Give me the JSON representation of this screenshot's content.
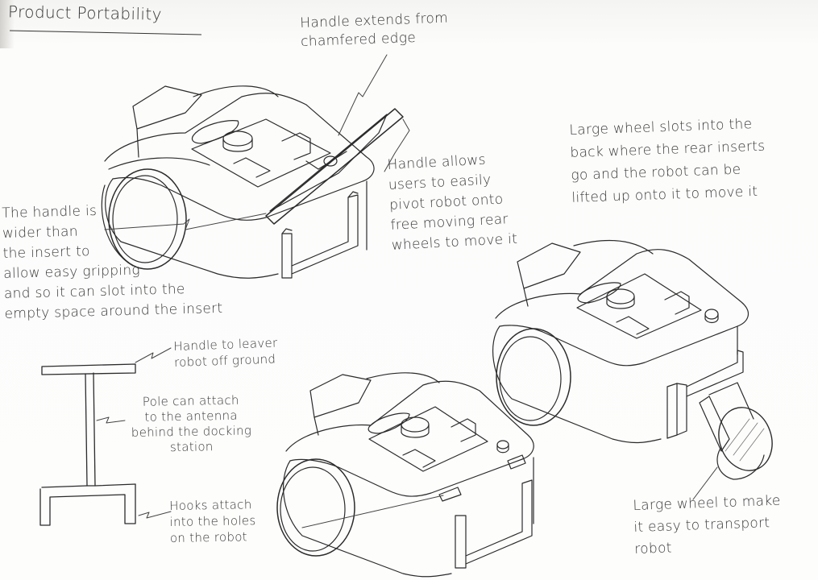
{
  "page": {
    "title": "Product Portability",
    "background_color": "#fbfbfa",
    "ink_color": "#2a2a2a"
  },
  "annotations": {
    "handle_extends": "Handle extends from\nchamfered edge",
    "large_wheel_slots": "Large wheel slots into the\nback where the rear inserts\ngo and the robot can be\nlifted up onto it to move it",
    "handle_allows": "Handle allows\nusers to easily\npivot robot onto\nfree moving rear\nwheels to move it",
    "handle_wider": "The handle is\nwider than\nthe insert to\nallow easy gripping\nand so it can slot into the\nempty space around the insert",
    "handle_to_leaver": "Handle to leaver\nrobot off ground",
    "pole_attach": "Pole can attach\nto the antenna\nbehind the docking\nstation",
    "hooks_attach": "Hooks attach\ninto the holes\non the robot",
    "large_wheel_transport": "Large wheel to make\nit easy to transport\nrobot"
  },
  "sketches": [
    {
      "name": "robot-with-folding-handle",
      "description": "Robot mower with chamfered-edge handle"
    },
    {
      "name": "robot-with-rear-wheel",
      "description": "Robot with large rear wheel slotted in back"
    },
    {
      "name": "robot-with-holes",
      "description": "Robot with holes for pole hooks"
    },
    {
      "name": "lever-pole",
      "description": "T-shaped pole with hooks"
    }
  ]
}
